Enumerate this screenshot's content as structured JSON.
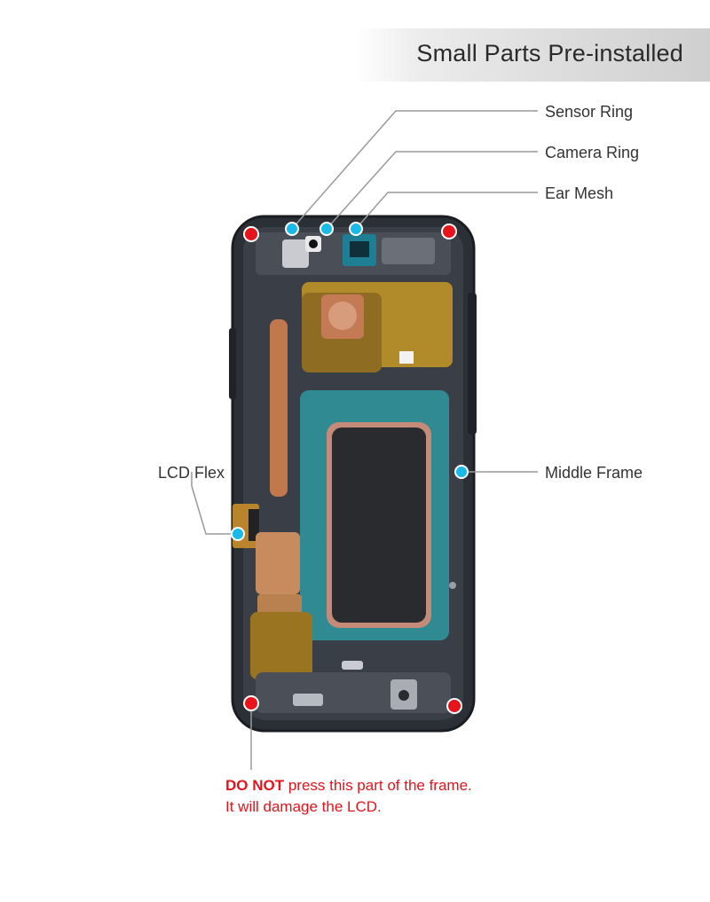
{
  "banner": {
    "title": "Small Parts Pre-installed"
  },
  "callouts": {
    "sensor_ring": "Sensor Ring",
    "camera_ring": "Camera Ring",
    "ear_mesh": "Ear Mesh",
    "middle_frame": "Middle Frame",
    "lcd_flex": "LCD Flex"
  },
  "warning": {
    "emphasis": "DO NOT",
    "line1_rest": " press this part of the frame.",
    "line2": "It will damage the LCD."
  },
  "colors": {
    "marker_cyan": "#19b9e8",
    "marker_red": "#e8141b",
    "leader_line": "#9a9a9a",
    "warning_red": "#e3141b"
  }
}
